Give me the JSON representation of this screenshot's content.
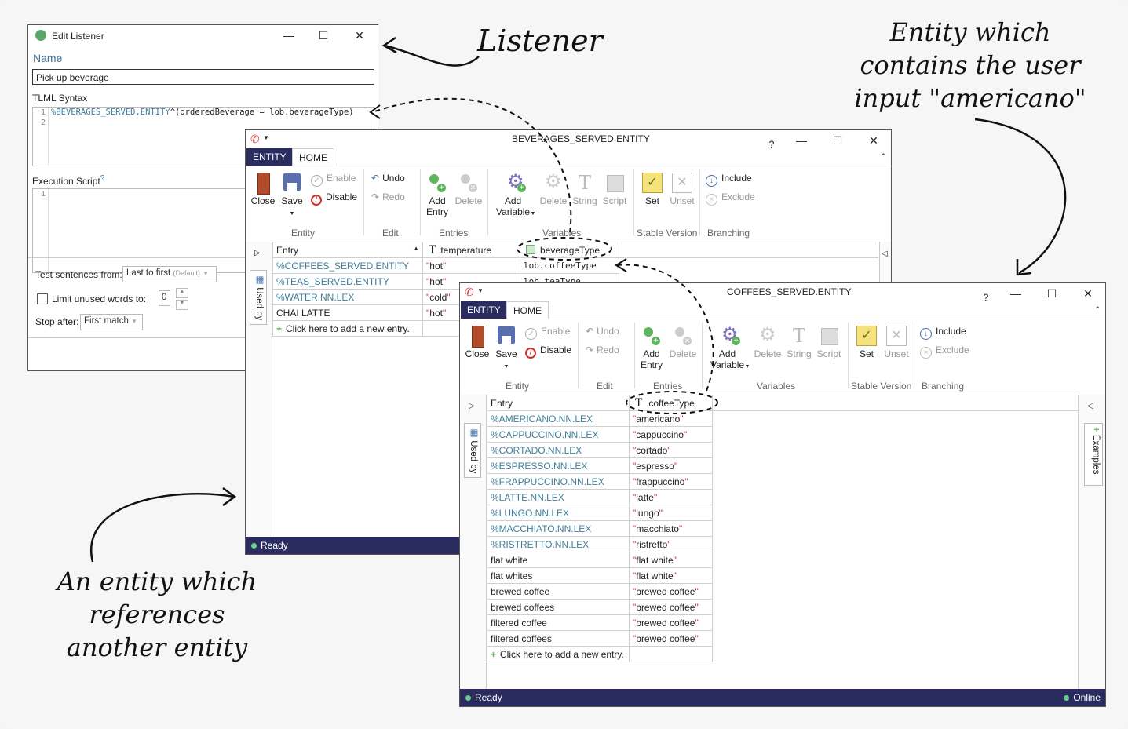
{
  "listener": {
    "title": "Edit Listener",
    "name_label": "Name",
    "name_value": "Pick up beverage",
    "tlml_label": "TLML Syntax",
    "tlml_lines": [
      "1",
      "2"
    ],
    "tlml_entity": "%BEVERAGES_SERVED.ENTITY",
    "tlml_rest": "^(orderedBeverage = lob.beverageType)",
    "exec_label": "Execution Script",
    "exec_help": "?",
    "exec_lines": [
      "1"
    ],
    "test_label": "Test sentences from:",
    "test_value": "Last to first",
    "test_default": "(Default)",
    "limit_label": "Limit unused words to:",
    "limit_value": "0",
    "stop_label": "Stop after:",
    "stop_value": "First match"
  },
  "bev": {
    "title": "BEVERAGES_SERVED.ENTITY",
    "help": "?",
    "tab_entity": "ENTITY",
    "tab_home": "HOME",
    "status": "Ready",
    "side_tab": "Used by",
    "columns": [
      "Entry",
      "temperature",
      "beverageType"
    ],
    "rows": [
      {
        "entry": "%COFFEES_SERVED.ENTITY",
        "temp": "hot",
        "bev": "lob.coffeeType"
      },
      {
        "entry": "%TEAS_SERVED.ENTITY",
        "temp": "hot",
        "bev": "lob.teaType"
      },
      {
        "entry": "%WATER.NN.LEX",
        "temp": "cold",
        "bev": ""
      },
      {
        "entry": "CHAI LATTE",
        "temp": "hot",
        "bev": ""
      }
    ],
    "add_row": "Click here to add a new entry."
  },
  "cof": {
    "title": "COFFEES_SERVED.ENTITY",
    "help": "?",
    "tab_entity": "ENTITY",
    "tab_home": "HOME",
    "status": "Ready",
    "status_right": "Online",
    "side_tab": "Used by",
    "side_tab_right": "Examples",
    "columns": [
      "Entry",
      "coffeeType"
    ],
    "rows": [
      {
        "entry": "%AMERICANO.NN.LEX",
        "val": "americano",
        "link": true
      },
      {
        "entry": "%CAPPUCCINO.NN.LEX",
        "val": "cappuccino",
        "link": true
      },
      {
        "entry": "%CORTADO.NN.LEX",
        "val": "cortado",
        "link": true
      },
      {
        "entry": "%ESPRESSO.NN.LEX",
        "val": "espresso",
        "link": true
      },
      {
        "entry": "%FRAPPUCCINO.NN.LEX",
        "val": "frappuccino",
        "link": true
      },
      {
        "entry": "%LATTE.NN.LEX",
        "val": "latte",
        "link": true
      },
      {
        "entry": "%LUNGO.NN.LEX",
        "val": "lungo",
        "link": true
      },
      {
        "entry": "%MACCHIATO.NN.LEX",
        "val": "macchiato",
        "link": true
      },
      {
        "entry": "%RISTRETTO.NN.LEX",
        "val": "ristretto",
        "link": true
      },
      {
        "entry": "flat white",
        "val": "flat white",
        "link": false
      },
      {
        "entry": "flat whites",
        "val": "flat white",
        "link": false
      },
      {
        "entry": "brewed coffee",
        "val": "brewed coffee",
        "link": false
      },
      {
        "entry": "brewed coffees",
        "val": "brewed coffee",
        "link": false
      },
      {
        "entry": "filtered coffee",
        "val": "brewed coffee",
        "link": false
      },
      {
        "entry": "filtered coffees",
        "val": "brewed coffee",
        "link": false
      }
    ],
    "add_row": "Click here to add a new entry."
  },
  "ribbon": {
    "close": "Close",
    "save": "Save",
    "enable": "Enable",
    "disable": "Disable",
    "undo": "Undo",
    "redo": "Redo",
    "add_entry": "Add Entry",
    "delete": "Delete",
    "add_variable": "Add Variable",
    "string": "String",
    "script": "Script",
    "set": "Set",
    "unset": "Unset",
    "include": "Include",
    "exclude": "Exclude",
    "g_entity": "Entity",
    "g_edit": "Edit",
    "g_entries": "Entries",
    "g_variables": "Variables",
    "g_stable": "Stable Version",
    "g_branching": "Branching"
  },
  "annotations": {
    "listener": "Listener",
    "entity_contains": [
      "Entity which",
      "contains the user",
      "input \"americano\""
    ],
    "entity_references": [
      "An entity which",
      "references",
      "another entity"
    ]
  },
  "colors": {
    "navy": "#2a2b5f",
    "link": "#3f7f9a",
    "quote": "#c0392b",
    "online": "#6ccf8e"
  }
}
